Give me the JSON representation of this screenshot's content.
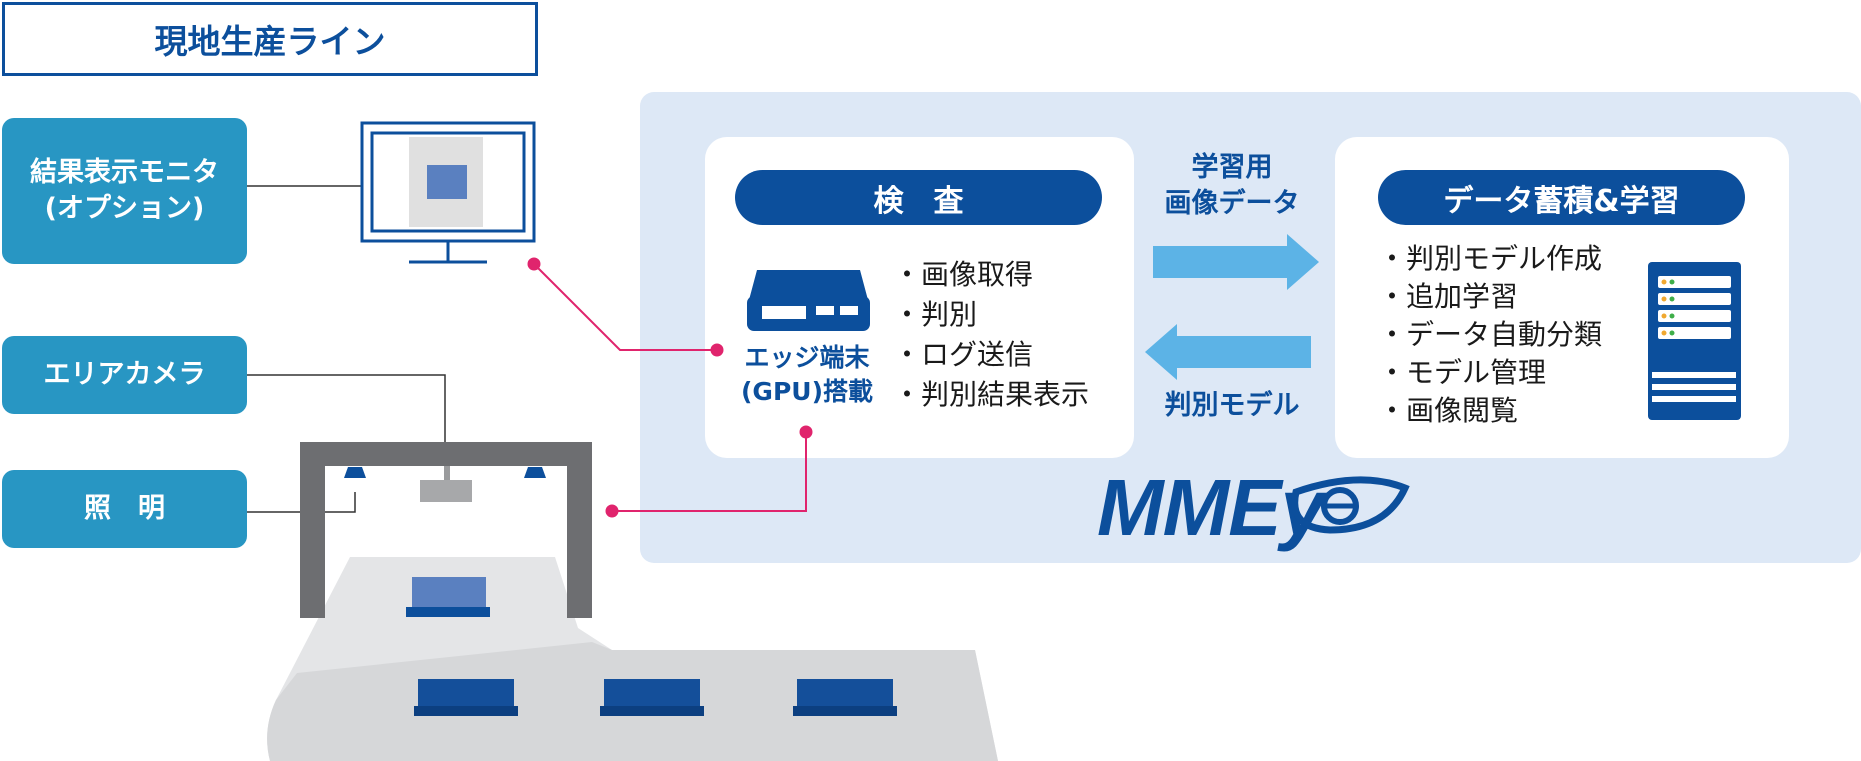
{
  "line_title": "現地生産ライン",
  "left_labels": {
    "monitor": "結果表示モニタ\n(オプション)",
    "camera": "エリアカメラ",
    "lighting": "照　明"
  },
  "inspection": {
    "title": "検　査",
    "device_label": "エッジ端末\n(GPU)搭載",
    "items": [
      "画像取得",
      "判別",
      "ログ送信",
      "判別結果表示"
    ]
  },
  "flow": {
    "to_learning": "学習用\n画像データ",
    "to_inspection": "判別モデル"
  },
  "learning": {
    "title": "データ蓄積&学習",
    "items": [
      "判別モデル作成",
      "追加学習",
      "データ自動分類",
      "モデル管理",
      "画像閲覧"
    ]
  },
  "brand": "MMEy",
  "colors": {
    "navy": "#0c4f9c",
    "teal": "#2896c3",
    "cloud": "#dde8f6",
    "arrow": "#5cb3e6",
    "connector": "#e0246d"
  }
}
